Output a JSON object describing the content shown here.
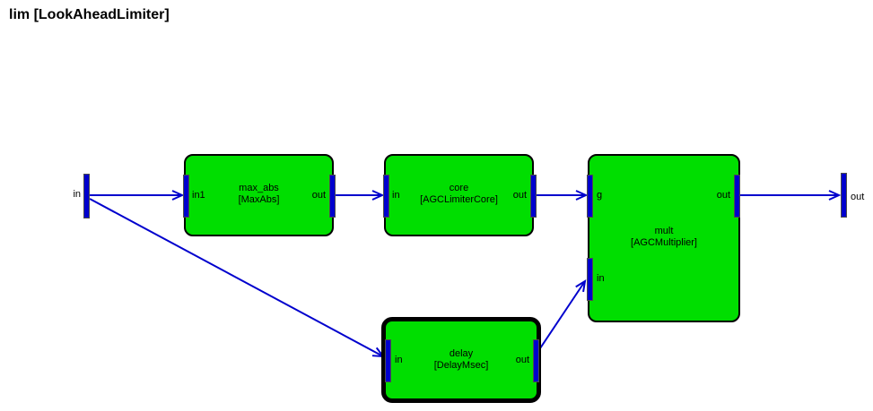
{
  "title": "lim [LookAheadLimiter]",
  "colors": {
    "block_fill": "#00de00",
    "port_fill": "#0000cd",
    "wire": "#0000cd",
    "block_border": "#000000",
    "background": "#ffffff",
    "text": "#000000"
  },
  "io": {
    "input": {
      "label": "in"
    },
    "output": {
      "label": "out"
    }
  },
  "blocks": [
    {
      "label": "max_abs",
      "type": "[MaxAbs]",
      "selected": false,
      "ports": [
        {
          "name": "in1"
        },
        {
          "name": "out"
        }
      ]
    },
    {
      "label": "core",
      "type": "[AGCLimiterCore]",
      "selected": false,
      "ports": [
        {
          "name": "in"
        },
        {
          "name": "out"
        }
      ]
    },
    {
      "label": "mult",
      "type": "[AGCMultiplier]",
      "selected": false,
      "ports": [
        {
          "name": "g"
        },
        {
          "name": "in"
        },
        {
          "name": "out"
        }
      ]
    },
    {
      "label": "delay",
      "type": "[DelayMsec]",
      "selected": true,
      "ports": [
        {
          "name": "in"
        },
        {
          "name": "out"
        }
      ]
    }
  ],
  "connections": [
    {
      "from": "in",
      "to": "max_abs.in1"
    },
    {
      "from": "in",
      "to": "delay.in"
    },
    {
      "from": "max_abs.out",
      "to": "core.in"
    },
    {
      "from": "core.out",
      "to": "mult.g"
    },
    {
      "from": "delay.out",
      "to": "mult.in"
    },
    {
      "from": "mult.out",
      "to": "out"
    }
  ]
}
